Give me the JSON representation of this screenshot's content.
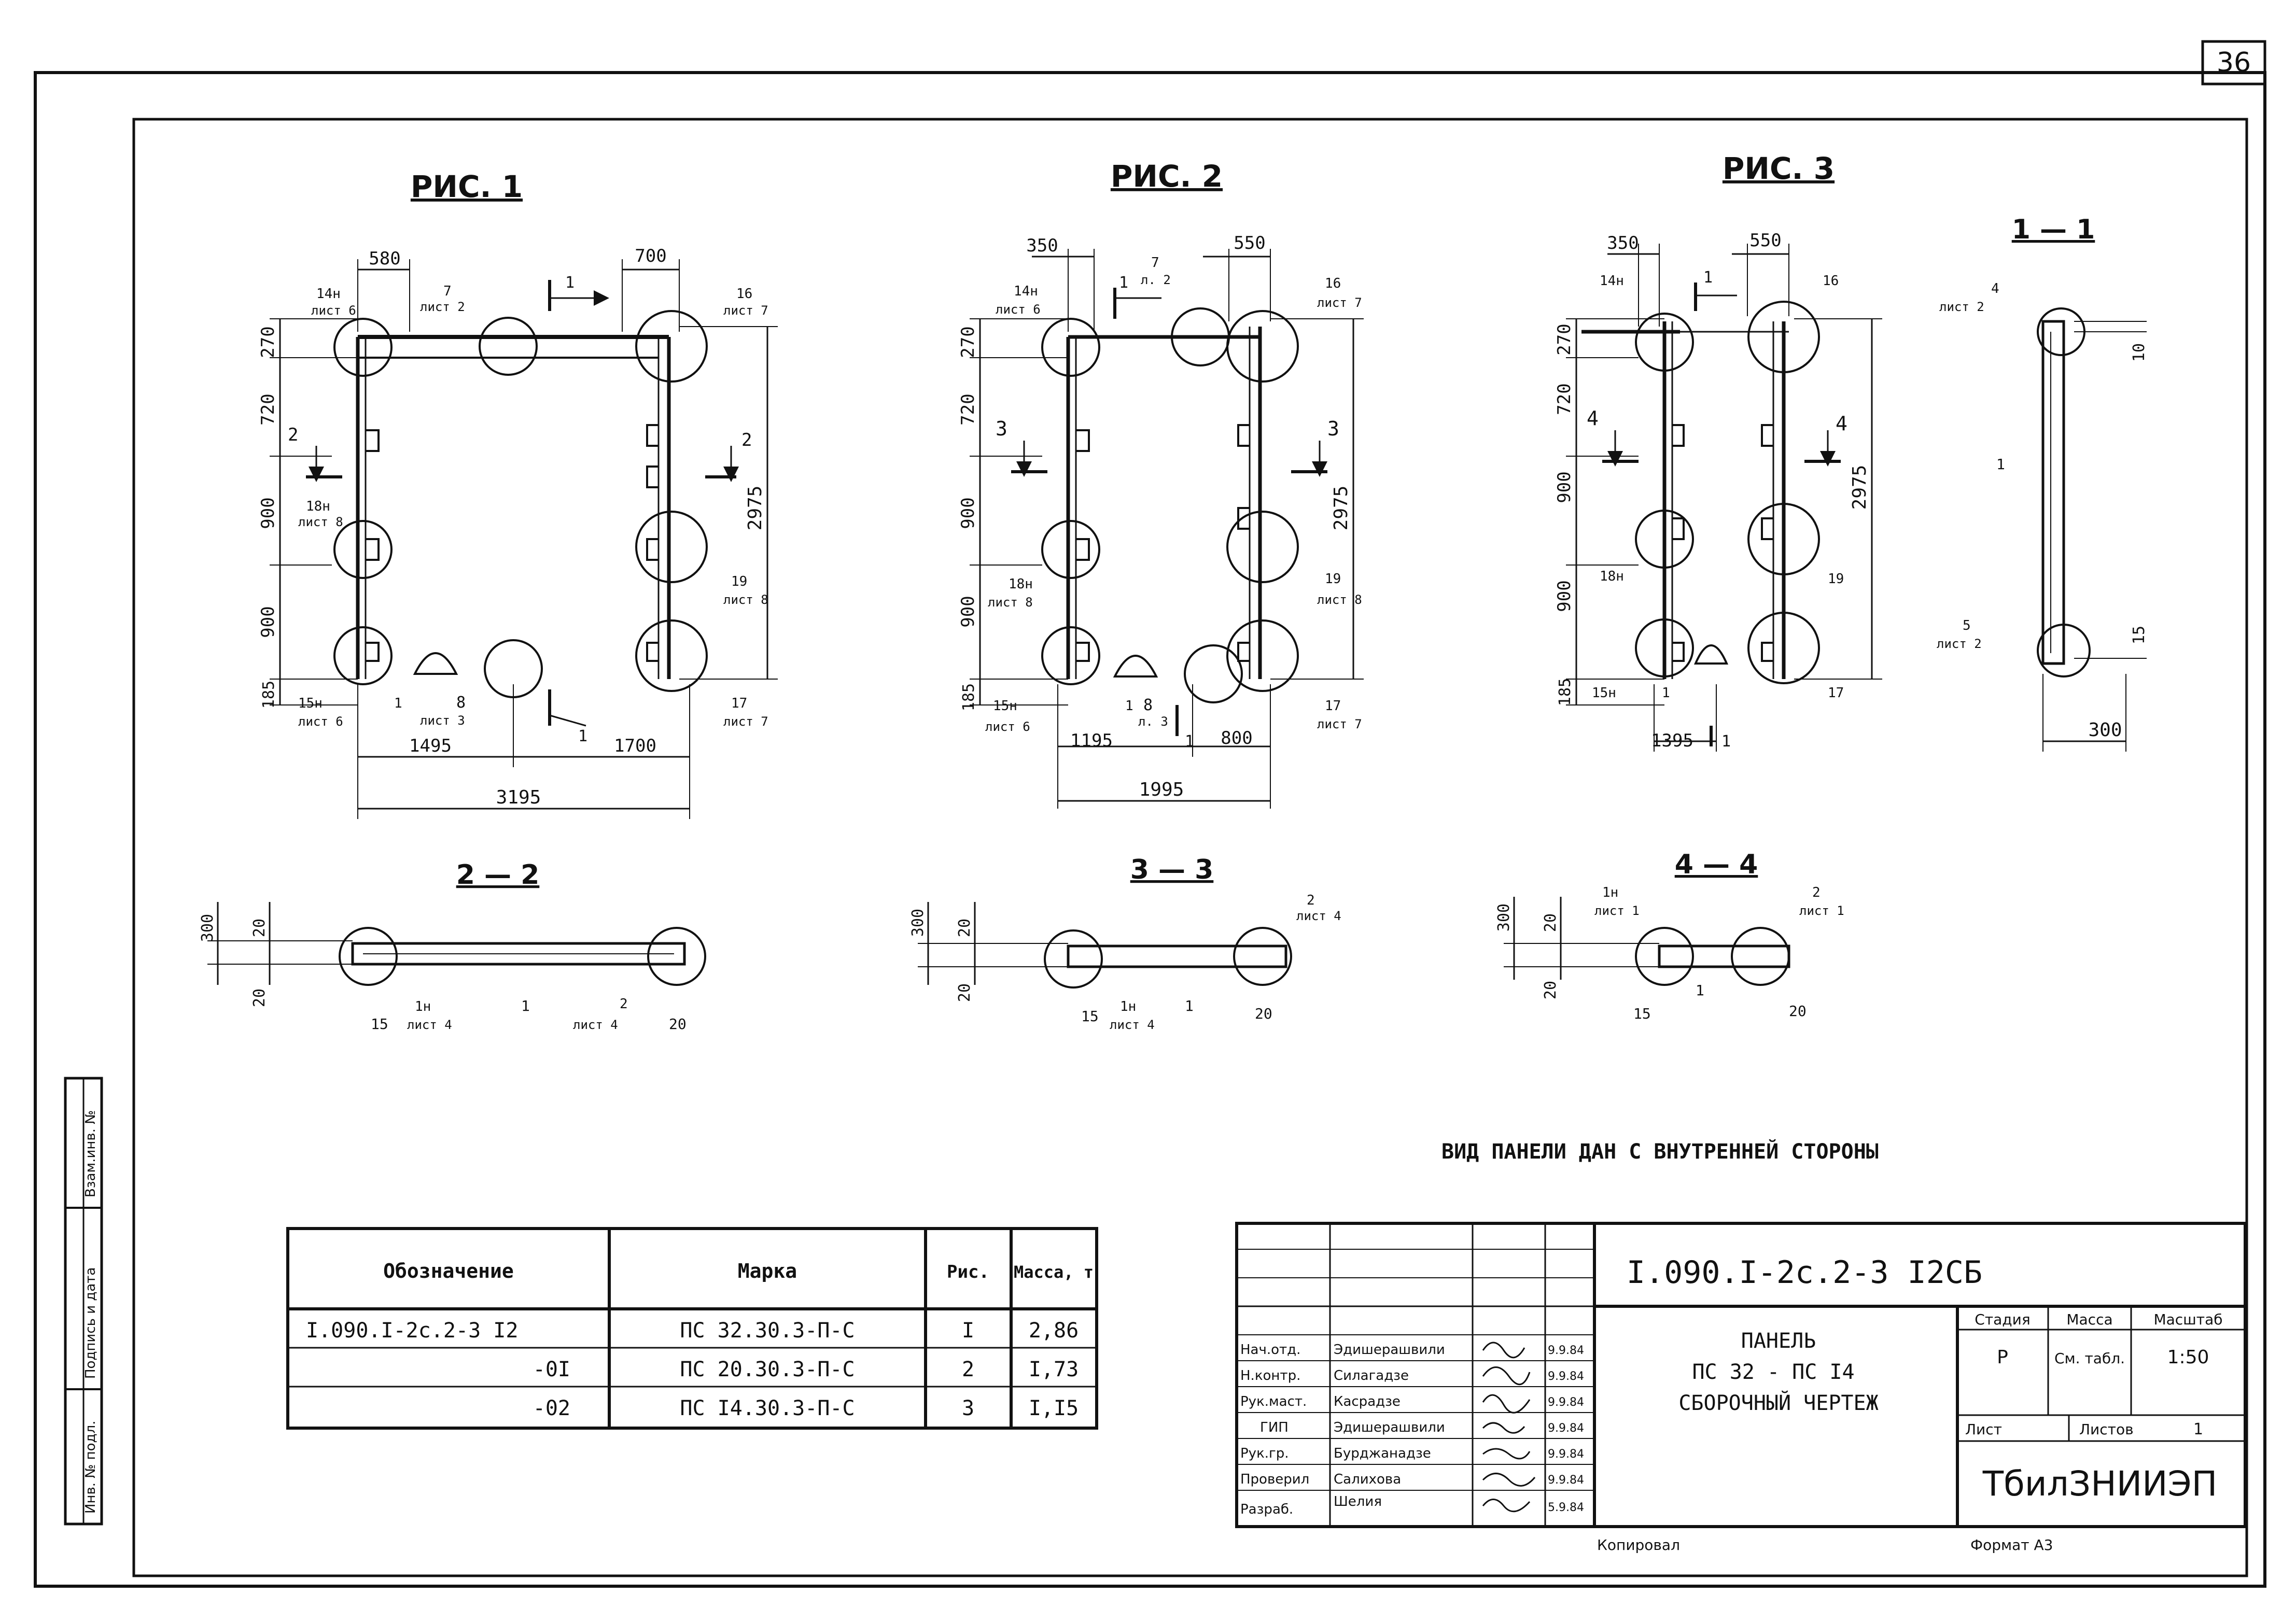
{
  "sheet_number": "36",
  "note": "ВИД ПАНЕЛИ ДАН С ВНУТРЕННЕЙ СТОРОНЫ",
  "figures": {
    "fig1": {
      "title": "РИС. 1",
      "dims_top": [
        "580",
        "700"
      ],
      "dims_left": [
        "270",
        "720",
        "900",
        "900",
        "185"
      ],
      "dim_height": "2975",
      "dims_bottom": [
        "1495",
        "1700"
      ],
      "dim_total": "3195",
      "callouts": {
        "c14n": "14н",
        "c14n_sheet": "лист 6",
        "c7": "7",
        "c7_sheet": "лист 2",
        "c16": "16",
        "c16_sheet": "лист 7",
        "c18n": "18н",
        "c18n_sheet": "лист 8",
        "c19": "19",
        "c19_sheet": "лист 8",
        "c15n": "15н",
        "c15n_sheet": "лист 6",
        "c1": "1",
        "c8": "8",
        "c8_sheet": "лист 3",
        "c17": "17",
        "c17_sheet": "лист 7"
      },
      "cuts": {
        "a": "1",
        "b": "2"
      }
    },
    "fig2": {
      "title": "РИС. 2",
      "dims_top": [
        "350",
        "550"
      ],
      "dims_left": [
        "270",
        "720",
        "900",
        "900",
        "185"
      ],
      "dim_height": "2975",
      "dims_bottom": [
        "1195",
        "800"
      ],
      "dim_total": "1995",
      "callouts": {
        "c14n": "14н",
        "c14n_sheet": "лист 6",
        "c7": "7",
        "c7_sheet": "л. 2",
        "c16": "16",
        "c16_sheet": "лист 7",
        "c18n": "18н",
        "c18n_sheet": "лист 8",
        "c19": "19",
        "c19_sheet": "лист 8",
        "c15n": "15н",
        "c15n_sheet": "лист 6",
        "c1": "1",
        "c8": "8",
        "c8_sheet": "л. 3",
        "c17": "17",
        "c17_sheet": "лист 7"
      },
      "cuts": {
        "a": "1",
        "b": "3"
      }
    },
    "fig3": {
      "title": "РИС. 3",
      "dims_top": [
        "350",
        "550"
      ],
      "dims_left": [
        "270",
        "720",
        "900",
        "900",
        "185"
      ],
      "dim_height": "2975",
      "dims_bottom": [
        "1395"
      ],
      "callouts": {
        "c14n": "14н",
        "c16": "16",
        "c18n": "18н",
        "c19": "19",
        "c15n": "15н",
        "c1": "1",
        "c17": "17"
      },
      "cuts": {
        "a": "1",
        "b": "4"
      }
    },
    "section_1_1": {
      "title": "1 — 1",
      "labels": {
        "c4": "4",
        "c4_sheet": "лист 2",
        "c1": "1",
        "c5": "5",
        "c5_sheet": "лист 2"
      },
      "dims": {
        "top": "10",
        "bottom": "15",
        "width": "300"
      }
    },
    "section_2_2": {
      "title": "2 — 2",
      "labels": {
        "d300": "300",
        "d20a": "20",
        "d20b": "20",
        "c15": "15",
        "c1n": "1н",
        "c1n_sheet": "лист 4",
        "c1": "1",
        "c2": "2",
        "c2_sheet": "лист 4",
        "d20r": "20"
      }
    },
    "section_3_3": {
      "title": "3 — 3",
      "labels": {
        "d300": "300",
        "d20a": "20",
        "d20b": "20",
        "c2": "2",
        "c2_sheet": "лист 4",
        "c15": "15",
        "c1n": "1н",
        "c1n_sheet": "лист 4",
        "c1": "1",
        "d20r": "20"
      }
    },
    "section_4_4": {
      "title": "4 — 4",
      "labels": {
        "d300": "300",
        "d20a": "20",
        "d20b": "20",
        "c1n": "1н",
        "c1n_sheet": "лист 1",
        "c2": "2",
        "c2_sheet": "лист 1",
        "c15": "15",
        "c1": "1",
        "d20r": "20"
      }
    }
  },
  "spec_table": {
    "headers": [
      "Обозначение",
      "Марка",
      "Рис.",
      "Масса, т"
    ],
    "rows": [
      [
        "I.090.I-2с.2-3 I2",
        "ПС 32.30.3-П-С",
        "I",
        "2,86"
      ],
      [
        "-0I",
        "ПС 20.30.3-П-С",
        "2",
        "I,73"
      ],
      [
        "-02",
        "ПС I4.30.3-П-С",
        "3",
        "I,I5"
      ]
    ]
  },
  "left_stamp": [
    "Инв. № подл.",
    "Подпись и дата",
    "Взам.инв. №"
  ],
  "title_block": {
    "code": "I.090.I-2с.2-3  I2СБ",
    "name": [
      "ПАНЕЛЬ",
      "ПС 32 - ПС I4",
      "СБОРОЧНЫЙ ЧЕРТЕЖ"
    ],
    "stage_label": "Стадия",
    "mass_label": "Масса",
    "scale_label": "Масштаб",
    "stage": "Р",
    "mass": "См. табл.",
    "scale": "1:50",
    "sheet_label": "Лист",
    "sheets_label": "Листов",
    "sheets": "1",
    "org": "ТбилЗНИИЭП",
    "people": [
      {
        "role": "Нач.отд.",
        "name": "Эдишерашвили",
        "date": "9.9.84"
      },
      {
        "role": "Н.контр.",
        "name": "Силагадзе",
        "date": "9.9.84"
      },
      {
        "role": "Рук.маст.",
        "name": "Касрадзе",
        "date": "9.9.84"
      },
      {
        "role": "ГИП",
        "name": "Эдишерашвили",
        "date": "9.9.84"
      },
      {
        "role": "Рук.гр.",
        "name": "Бурджанадзе",
        "date": "9.9.84"
      },
      {
        "role": "Проверил",
        "name": "Салихова",
        "date": "9.9.84"
      },
      {
        "role": "Разраб.",
        "name": "Шелия",
        "date": "5.9.84"
      }
    ],
    "copied": "Копировал",
    "format": "Формат А3"
  }
}
